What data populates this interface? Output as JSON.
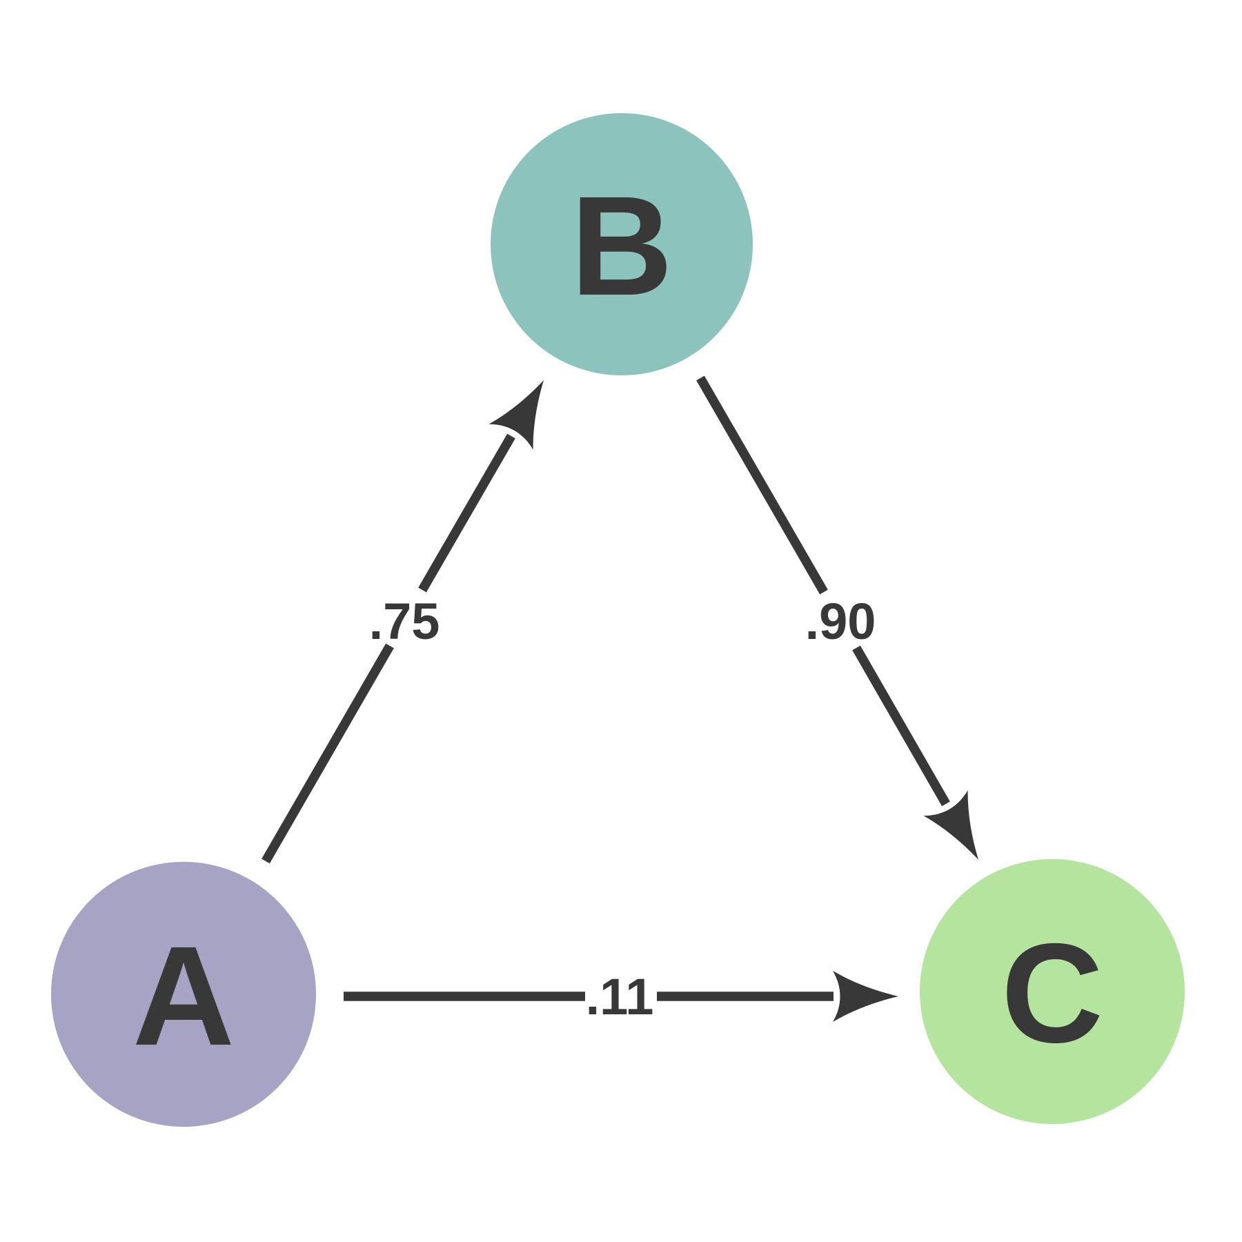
{
  "diagram": {
    "title": "",
    "background_color": "#ffffff",
    "ink_color": "#383838",
    "nodes": [
      {
        "id": "A",
        "label": "A",
        "fill_color": "#a6a3c4"
      },
      {
        "id": "B",
        "label": "B",
        "fill_color": "#8cc3bd"
      },
      {
        "id": "C",
        "label": "C",
        "fill_color": "#b4e49e"
      }
    ],
    "edges": [
      {
        "from": "A",
        "to": "B",
        "weight": ".75"
      },
      {
        "from": "B",
        "to": "C",
        "weight": ".90"
      },
      {
        "from": "A",
        "to": "C",
        "weight": ".11"
      }
    ]
  }
}
